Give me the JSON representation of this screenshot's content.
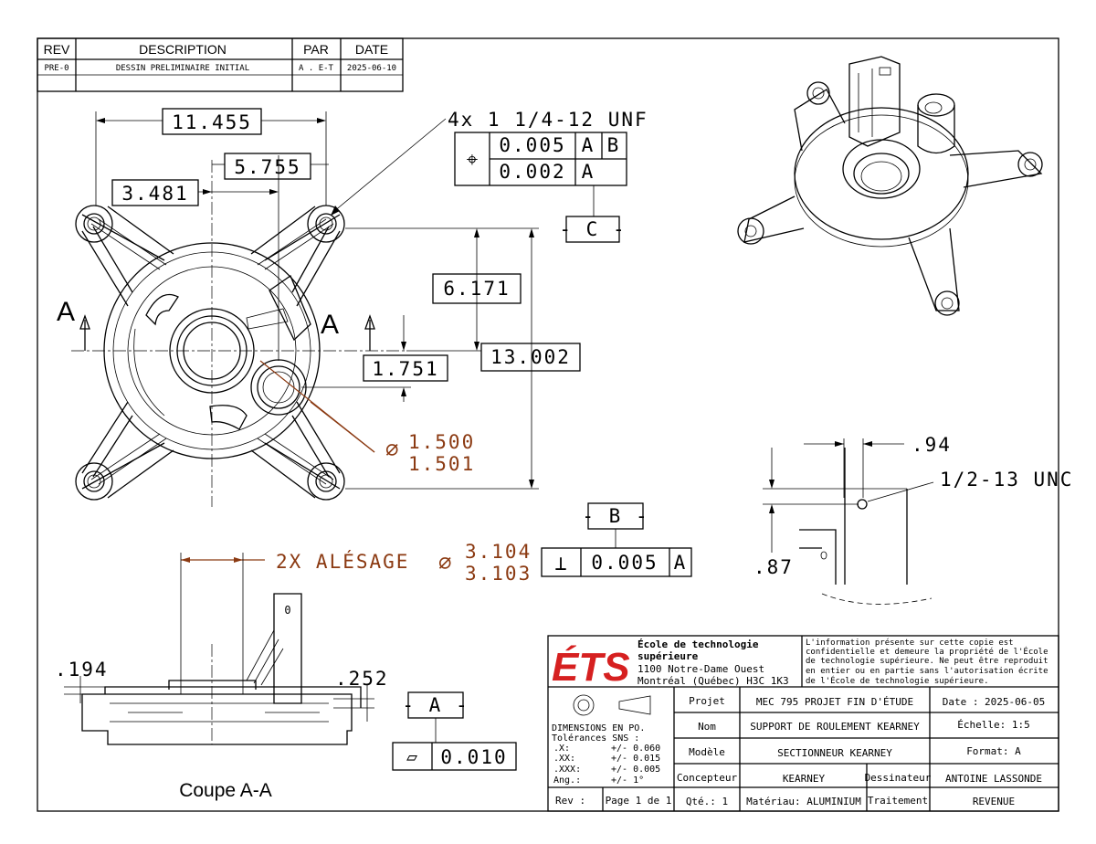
{
  "revision_table": {
    "headers": [
      "REV",
      "DESCRIPTION",
      "PAR",
      "DATE"
    ],
    "rows": [
      [
        "PRE-0",
        "DESSIN PRELIMINAIRE INITIAL",
        "A . E-T",
        "2025-06-10"
      ]
    ]
  },
  "dimensions": {
    "d_11455": "11.455",
    "d_5755": "5.755",
    "d_3481": "3.481",
    "d_6171": "6.171",
    "d_13002": "13.002",
    "d_1751": "1.751",
    "d_094": ".94",
    "d_087": ".87",
    "d_0194": ".194",
    "d_0252": ".252"
  },
  "callouts": {
    "thread_main": "4x 1 1/4-12 UNF",
    "fcf_pos_tol": "0.005",
    "fcf_pos_ref1": "A",
    "fcf_pos_ref2": "B",
    "fcf_pos_symbol": "⌖",
    "fcf_refine_tol": "0.002",
    "fcf_refine_ref": "A",
    "datum_c": "- C -",
    "bore_min": "1.500",
    "bore_max": "1.501",
    "bore_symbol": "∅",
    "datum_b": "- B -",
    "alesage_label": "2X ALÉSAGE",
    "alesage_symbol": "∅",
    "alesage_max": "3.104",
    "alesage_min": "3.103",
    "perp_symbol": "⊥",
    "perp_tol": "0.005",
    "perp_ref": "A",
    "thread_small": "1/2-13 UNC",
    "datum_a": "- A -",
    "flat_symbol": "▱",
    "flat_tol": "0.010",
    "section_left": "A",
    "section_right": "A",
    "section_title": "Coupe A-A",
    "detail_mark": "0"
  },
  "title_block": {
    "logo": "ÉTS",
    "school_name_1": "École de technologie",
    "school_name_2": "supérieure",
    "address_1": "1100 Notre-Dame Ouest",
    "address_2": "Montréal (Québec) H3C 1K3",
    "confidential": [
      "L'information présente sur cette copie est",
      "confidentielle et demeure la propriété de l'École",
      "de technologie supérieure. Ne peut être reproduit",
      "en entier ou en partie sans l'autorisation écrite",
      "de l'École de technologie supérieure."
    ],
    "units_title": "DIMENSIONS EN PO.",
    "tolerances_title": "Tolérances SNS :",
    "tolerances": [
      {
        "label": ".X:",
        "value": "+/- 0.060"
      },
      {
        "label": ".XX:",
        "value": "+/- 0.015"
      },
      {
        "label": ".XXX:",
        "value": "+/- 0.005"
      },
      {
        "label": "Ang.:",
        "value": "+/- 1°"
      }
    ],
    "projet_label": "Projet",
    "projet_value": "MEC 795 PROJET FIN D'ÉTUDE",
    "date_value": "Date : 2025-06-05",
    "nom_label": "Nom",
    "nom_value": "SUPPORT DE ROULEMENT KEARNEY",
    "echelle_value": "Échelle: 1:5",
    "modele_label": "Modèle",
    "modele_value": "SECTIONNEUR KEARNEY",
    "format_value": "Format: A",
    "concepteur_label": "Concepteur",
    "concepteur_value": "KEARNEY",
    "dessinateur_label": "Dessinateur",
    "dessinateur_value": "ANTOINE LASSONDE",
    "rev_label": "Rev :",
    "page_value": "Page 1 de 1",
    "qte_value": "Qté.: 1",
    "materiau_value": "Matériau: ALUMINIUM",
    "traitement_label": "Traitement",
    "traitement_value": "REVENUE"
  }
}
